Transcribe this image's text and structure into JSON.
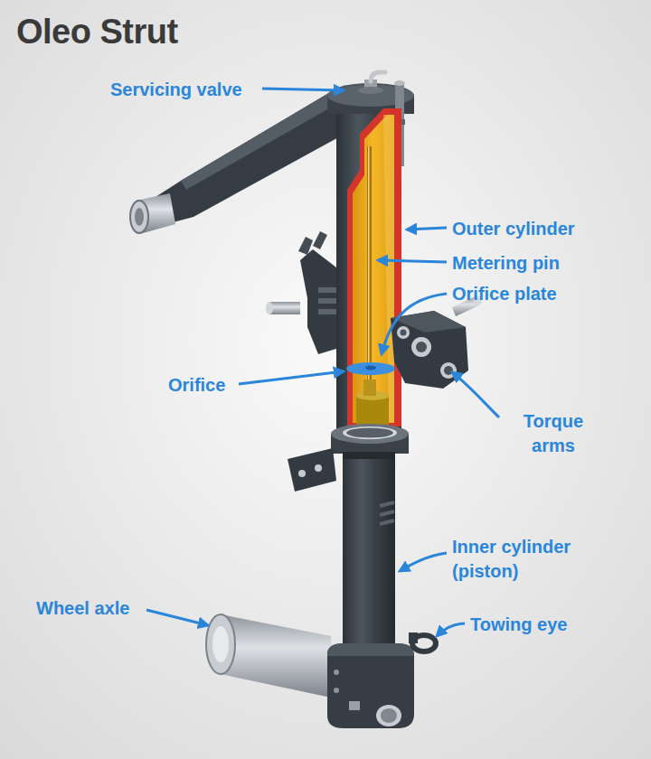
{
  "diagram": {
    "title": "Oleo Strut",
    "labels": [
      "Servicing valve",
      "Outer cylinder",
      "Metering pin",
      "Orifice plate",
      "Orifice",
      "Torque arms",
      "Inner cylinder (piston)",
      "Wheel axle",
      "Towing eye"
    ]
  }
}
